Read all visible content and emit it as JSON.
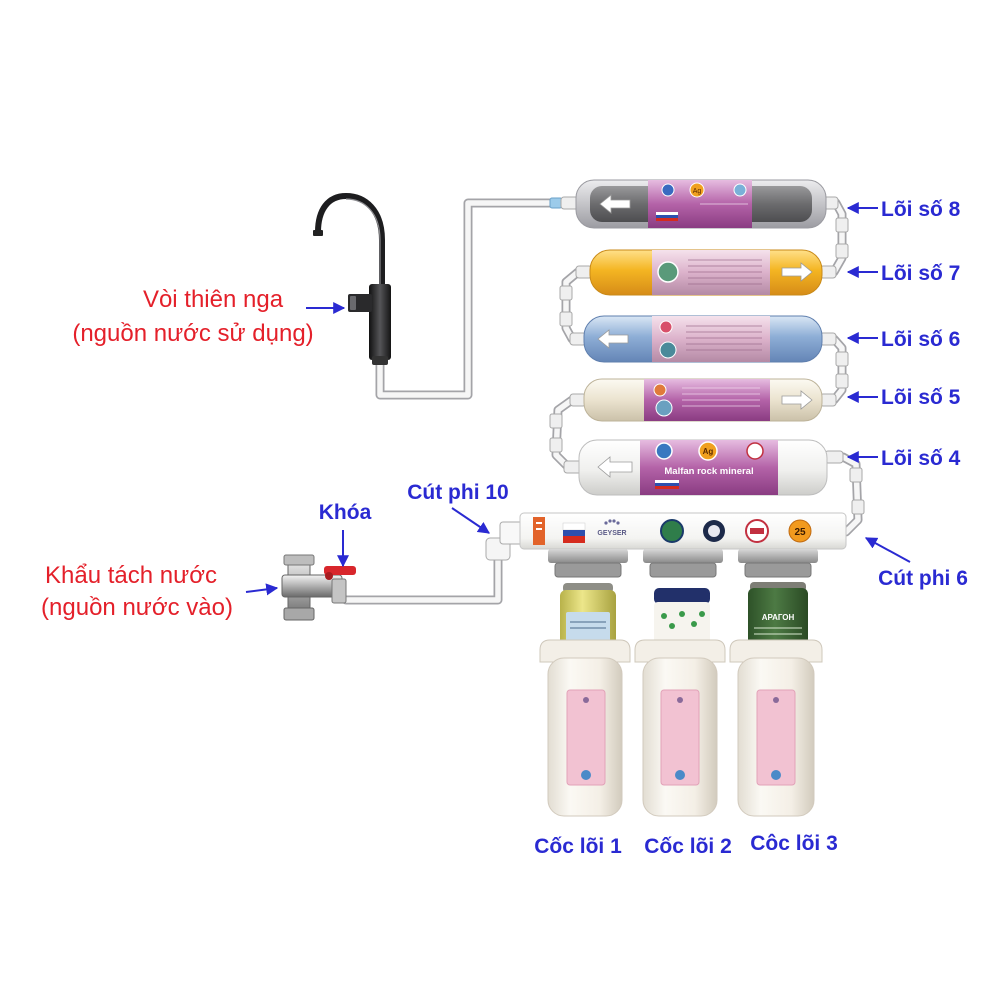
{
  "labels": {
    "faucet": {
      "name": "Vòi thiên nga",
      "note": "(nguồn nước sử dụng)"
    },
    "inlet": {
      "name": "Khẩu tách nước",
      "note": "(nguồn nước vào)"
    },
    "valve": "Khóa",
    "elbow_inlet": "Cút phi 10",
    "elbow_outlet": "Cút phi 6",
    "cores": [
      "Lõi số 8",
      "Lõi số 7",
      "Lõi số 6",
      "Lõi số 5",
      "Lõi số 4"
    ],
    "cups": [
      "Cốc lõi 1",
      "Cốc lõi 2",
      "Côc lõi 3"
    ]
  },
  "product_marks": {
    "core4_label": "Malfan rock mineral",
    "silver_badge": "Ag",
    "housing_brand": "GEYSER",
    "housing_badge": "25",
    "cup3_cartridge": "АРАГОН"
  },
  "colors": {
    "label_red": "#e4202a",
    "label_blue": "#2a2ad2",
    "core8": "#9c9ca2",
    "core7": "#f4b522",
    "core6": "#8eaed6",
    "core5": "#ebe3cf",
    "core4": "#f0f0ee",
    "cartridge_label": "#b463a8",
    "valve_handle": "#d8262c"
  }
}
